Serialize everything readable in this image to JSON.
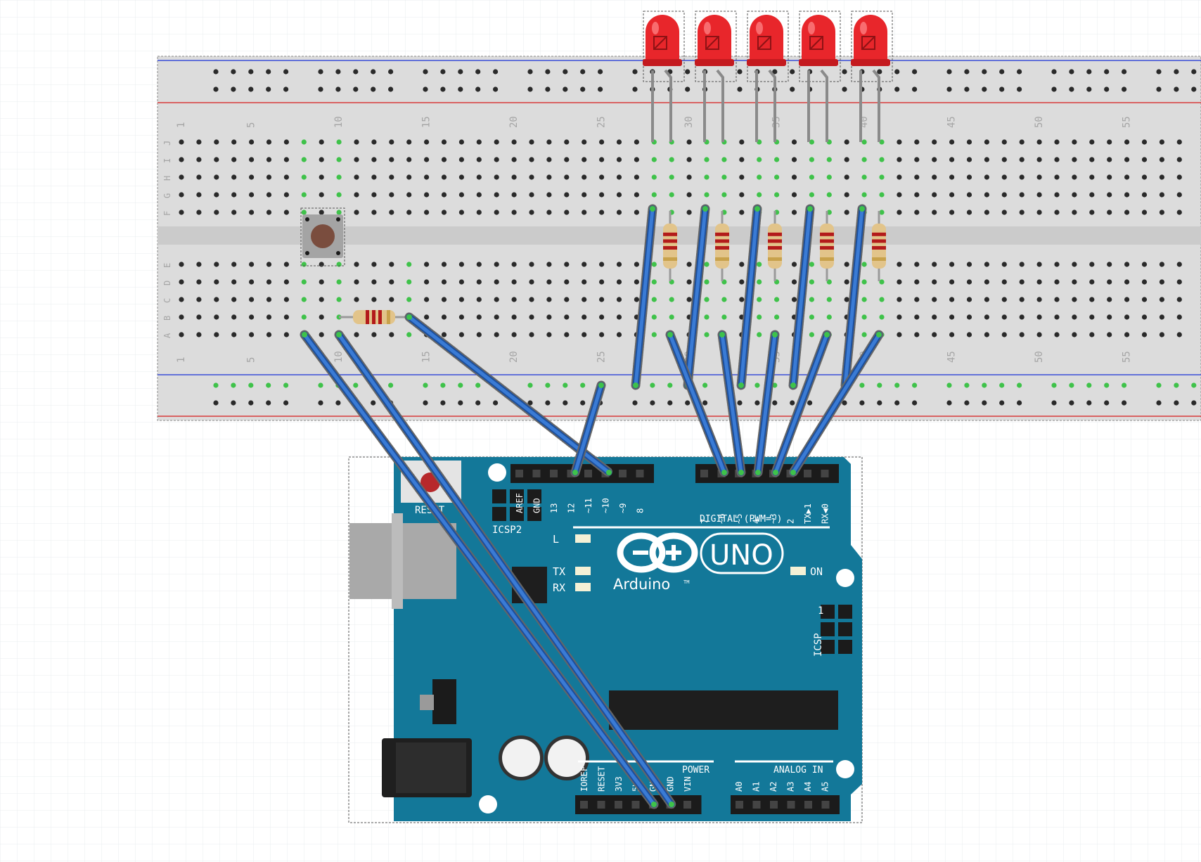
{
  "colors": {
    "canvas_bg": "#ffffff",
    "grid_line": "#e9ecef",
    "breadboard": "#dcdcdc",
    "rail_blue": "#3b4fd8",
    "rail_red": "#d83b3b",
    "hole": "#2a2a2a",
    "hole_active": "#3fc24a",
    "wire": "#3a7bd5",
    "wire_edge": "#1c4f9c",
    "led": "#e8262b",
    "arduino": "#137899",
    "arduino_text": "#ffffff"
  },
  "breadboard": {
    "column_numbers": [
      "1",
      "5",
      "10",
      "15",
      "20",
      "25",
      "30",
      "35",
      "40",
      "45",
      "50",
      "55"
    ],
    "row_letters_top": [
      "J",
      "I",
      "H",
      "G",
      "F"
    ],
    "row_letters_bottom": [
      "E",
      "D",
      "C",
      "B",
      "A"
    ]
  },
  "arduino": {
    "reset_label": "RESET",
    "icsp2_label": "ICSP2",
    "icsp_label": "ICSP",
    "icsp_pin1": "1",
    "header_digital_left": [
      "AREF",
      "GND",
      "13",
      "12",
      "~11",
      "~10",
      "~9",
      "8"
    ],
    "header_digital_right": [
      "7",
      "~6",
      "~5",
      "4",
      "~3",
      "2",
      "TX▶1",
      "RX◀0"
    ],
    "digital_label": "DIGITAL (PWM=~)",
    "led_labels": [
      "L",
      "TX",
      "RX"
    ],
    "on_label": "ON",
    "logo_text": "Arduino",
    "tm": "TM",
    "uno_text": "UNO",
    "power_label": "POWER",
    "analog_label": "ANALOG IN",
    "power_pins": [
      "IOREF",
      "RESET",
      "3V3",
      "5V",
      "GND",
      "GND",
      "VIN"
    ],
    "analog_pins": [
      "A0",
      "A1",
      "A2",
      "A3",
      "A4",
      "A5"
    ]
  },
  "components": {
    "led_icon": "led-icon",
    "resistor_icon": "resistor-icon",
    "button_icon": "pushbutton-icon"
  }
}
